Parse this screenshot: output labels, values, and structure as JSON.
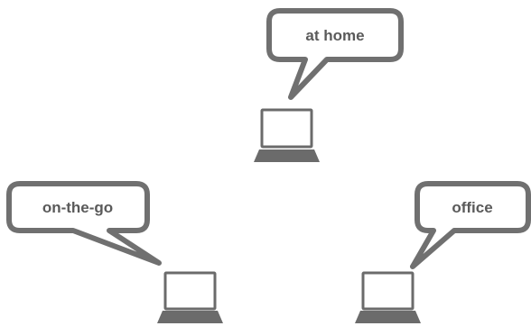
{
  "diagram": {
    "nodes": [
      {
        "id": "home",
        "label": "at home",
        "device_icon": "laptop-icon"
      },
      {
        "id": "on-the-go",
        "label": "on-the-go",
        "device_icon": "laptop-icon"
      },
      {
        "id": "office",
        "label": "office",
        "device_icon": "laptop-icon"
      }
    ],
    "colors": {
      "bubble_stroke": "#707070",
      "bubble_fill": "#ffffff",
      "label_text": "#5a5a5a",
      "laptop": "#6b6b6b"
    }
  }
}
